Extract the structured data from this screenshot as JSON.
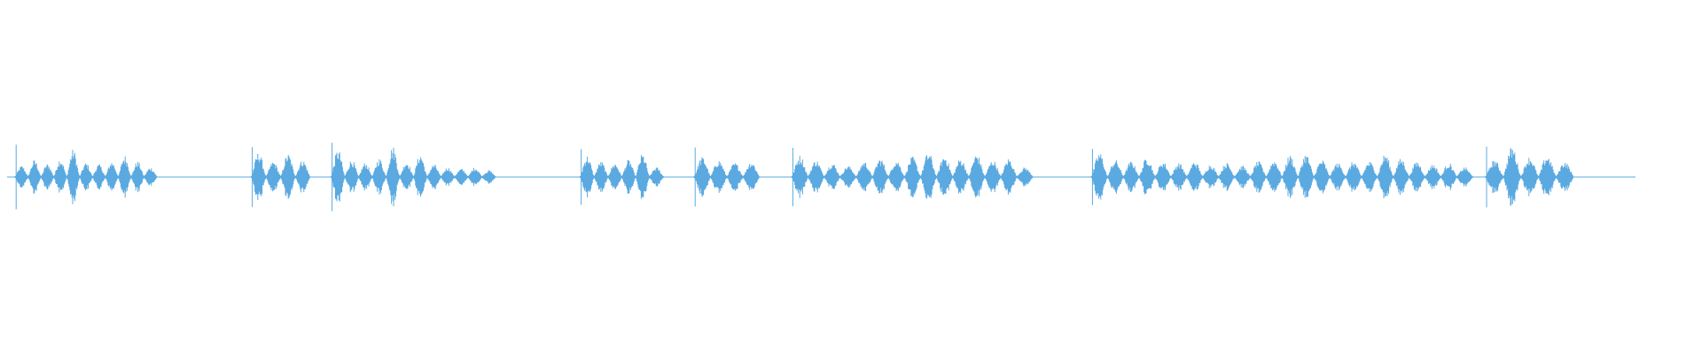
{
  "waveform": {
    "color": "#5aa9e0",
    "duration_fraction_active": 0.96,
    "segments": [
      {
        "start": 0.005,
        "end": 0.092,
        "bumps": [
          0.35,
          0.55,
          0.42,
          0.6,
          0.9,
          0.45,
          0.4,
          0.5,
          0.7,
          0.5,
          0.3
        ]
      },
      {
        "start": 0.15,
        "end": 0.186,
        "bumps": [
          0.8,
          0.5,
          0.75,
          0.55
        ]
      },
      {
        "start": 0.199,
        "end": 0.3,
        "bumps": [
          0.9,
          0.55,
          0.45,
          0.6,
          1.0,
          0.5,
          0.75,
          0.4,
          0.3,
          0.25,
          0.3,
          0.2
        ]
      },
      {
        "start": 0.352,
        "end": 0.403,
        "bumps": [
          0.7,
          0.5,
          0.45,
          0.55,
          0.75,
          0.3
        ]
      },
      {
        "start": 0.422,
        "end": 0.462,
        "bumps": [
          0.65,
          0.55,
          0.45,
          0.5
        ]
      },
      {
        "start": 0.482,
        "end": 0.63,
        "bumps": [
          0.7,
          0.55,
          0.45,
          0.35,
          0.5,
          0.6,
          0.55,
          0.65,
          0.8,
          0.7,
          0.6,
          0.75,
          0.55,
          0.6,
          0.3
        ]
      },
      {
        "start": 0.666,
        "end": 0.9,
        "bumps": [
          0.8,
          0.55,
          0.5,
          0.65,
          0.5,
          0.45,
          0.5,
          0.4,
          0.45,
          0.35,
          0.5,
          0.55,
          0.7,
          0.75,
          0.55,
          0.45,
          0.5,
          0.5,
          0.75,
          0.6,
          0.5,
          0.4,
          0.45,
          0.3
        ]
      },
      {
        "start": 0.908,
        "end": 0.962,
        "bumps": [
          0.55,
          1.0,
          0.65,
          0.7,
          0.5
        ]
      }
    ]
  }
}
